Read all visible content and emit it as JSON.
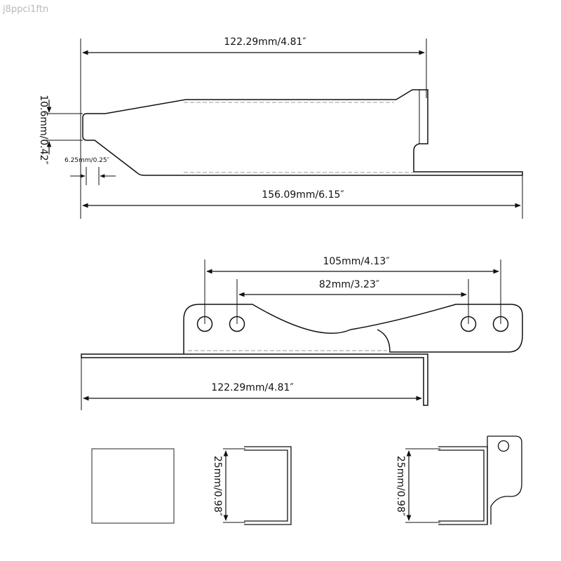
{
  "watermark": "j8ppci1ftn",
  "colors": {
    "line": "#111111",
    "dash": "#9a9a9a",
    "box": "#555555"
  },
  "top_view": {
    "length_top": "122.29mm/4.81″",
    "height_left": "10.6mm/0.42″",
    "foot_width": "6.25mm/0.25″",
    "length_total": "156.09mm/6.15″"
  },
  "middle_view": {
    "hole_span_outer": "105mm/4.13″",
    "hole_span_inner": "82mm/3.23″",
    "length_bottom": "122.29mm/4.81″"
  },
  "bottom_views": {
    "height_middle": "25mm/0.98″",
    "height_right": "25mm/0.98″"
  }
}
